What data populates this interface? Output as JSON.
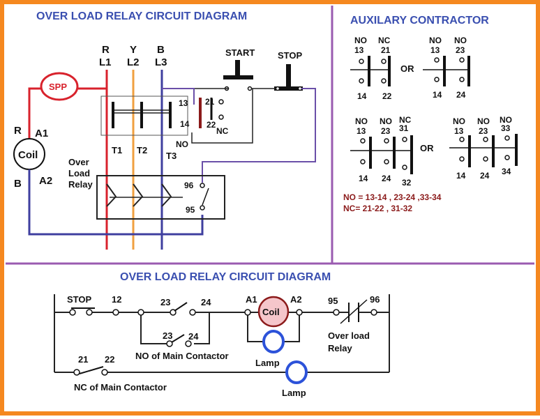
{
  "colors": {
    "border": "#f5881f",
    "title": "#3a4fb0",
    "divider": "#9a5bb0",
    "phase_r": "#d8222c",
    "phase_y": "#f0a040",
    "phase_b": "#3f3f9f",
    "control": "#6a4fa8",
    "coil_bg": "#f5c6cb",
    "coil_border": "#8b1a1a",
    "lamp": "#2c52d9",
    "spp": "#d8222c",
    "note": "#8b1a1a"
  },
  "top_left": {
    "title": "OVER LOAD RELAY CIRCUIT DIAGRAM",
    "phases": [
      {
        "letter": "R",
        "line": "L1",
        "load": "T1"
      },
      {
        "letter": "Y",
        "line": "L2",
        "load": "T2"
      },
      {
        "letter": "B",
        "line": "L3",
        "load": "T3"
      }
    ],
    "spp": "SPP",
    "coil": "Coil",
    "coil_left_r": "R",
    "coil_a1": "A1",
    "coil_left_b": "B",
    "coil_a2": "A2",
    "start": "START",
    "stop": "STOP",
    "term_13": "13",
    "term_14": "14",
    "term_21": "21",
    "term_22": "22",
    "nc": "NC",
    "no": "NO",
    "olr_line1": "Over",
    "olr_line2": "Load",
    "olr_line3": "Relay",
    "term_96": "96",
    "term_95": "95"
  },
  "aux": {
    "title": "AUXILARY CONTRACTOR",
    "or": "OR",
    "no": "NO",
    "nc": "NC",
    "t13": "13",
    "t14": "14",
    "t21": "21",
    "t22": "22",
    "t23": "23",
    "t24": "24",
    "t31": "31",
    "t32": "32",
    "t33": "33",
    "t34": "34",
    "note_no": "NO = 13-14 , 23-24 ,33-34",
    "note_nc": "NC= 21-22 , 31-32"
  },
  "bottom": {
    "title": "OVER LOAD RELAY CIRCUIT DIAGRAM",
    "stop": "STOP",
    "t12": "12",
    "t23": "23",
    "t24": "24",
    "a1": "A1",
    "coil": "Coil",
    "a2": "A2",
    "t95": "95",
    "t96": "96",
    "olr_line1": "Over load",
    "olr_line2": "Relay",
    "no_main": "NO of Main Contactor",
    "lamp": "Lamp",
    "t21": "21",
    "t22": "22",
    "nc_main": "NC of Main Contactor",
    "lamp2": "Lamp"
  }
}
